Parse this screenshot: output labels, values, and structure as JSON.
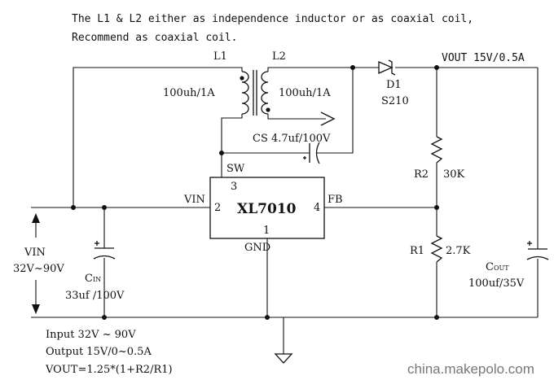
{
  "notes": {
    "line1": "The L1 & L2 either as independence inductor or as coaxial coil,",
    "line2": "Recommend as coaxial coil."
  },
  "components": {
    "l1": {
      "name": "L1",
      "value": "100uh/1A"
    },
    "l2": {
      "name": "L2",
      "value": "100uh/1A"
    },
    "d1": {
      "name": "D1",
      "part": "S210"
    },
    "cs": {
      "label": "CS 4.7uf/100V"
    },
    "vout": {
      "label": "VOUT 15V/0.5A"
    },
    "r2": {
      "name": "R2",
      "value": "30K"
    },
    "r1": {
      "name": "R1",
      "value": "2.7K"
    },
    "cout": {
      "name": "C",
      "sub": "OUT",
      "value": "100uf/35V"
    },
    "cin": {
      "name": "C",
      "sub": "IN",
      "value": "33uf /100V"
    },
    "vin": {
      "name": "VIN",
      "range": "32V~90V"
    }
  },
  "ic": {
    "part": "XL7010",
    "sw_label": "SW",
    "sw_pin": "3",
    "vin_label": "VIN",
    "vin_pin": "2",
    "fb_label": "FB",
    "fb_pin": "4",
    "gnd_label": "GND",
    "gnd_pin": "1"
  },
  "specs": {
    "input": "Input 32V ~ 90V",
    "output": "Output 15V/0~0.5A",
    "formula": "VOUT=1.25*(1+R2/R1)"
  },
  "watermark": "china.makepolo.com"
}
